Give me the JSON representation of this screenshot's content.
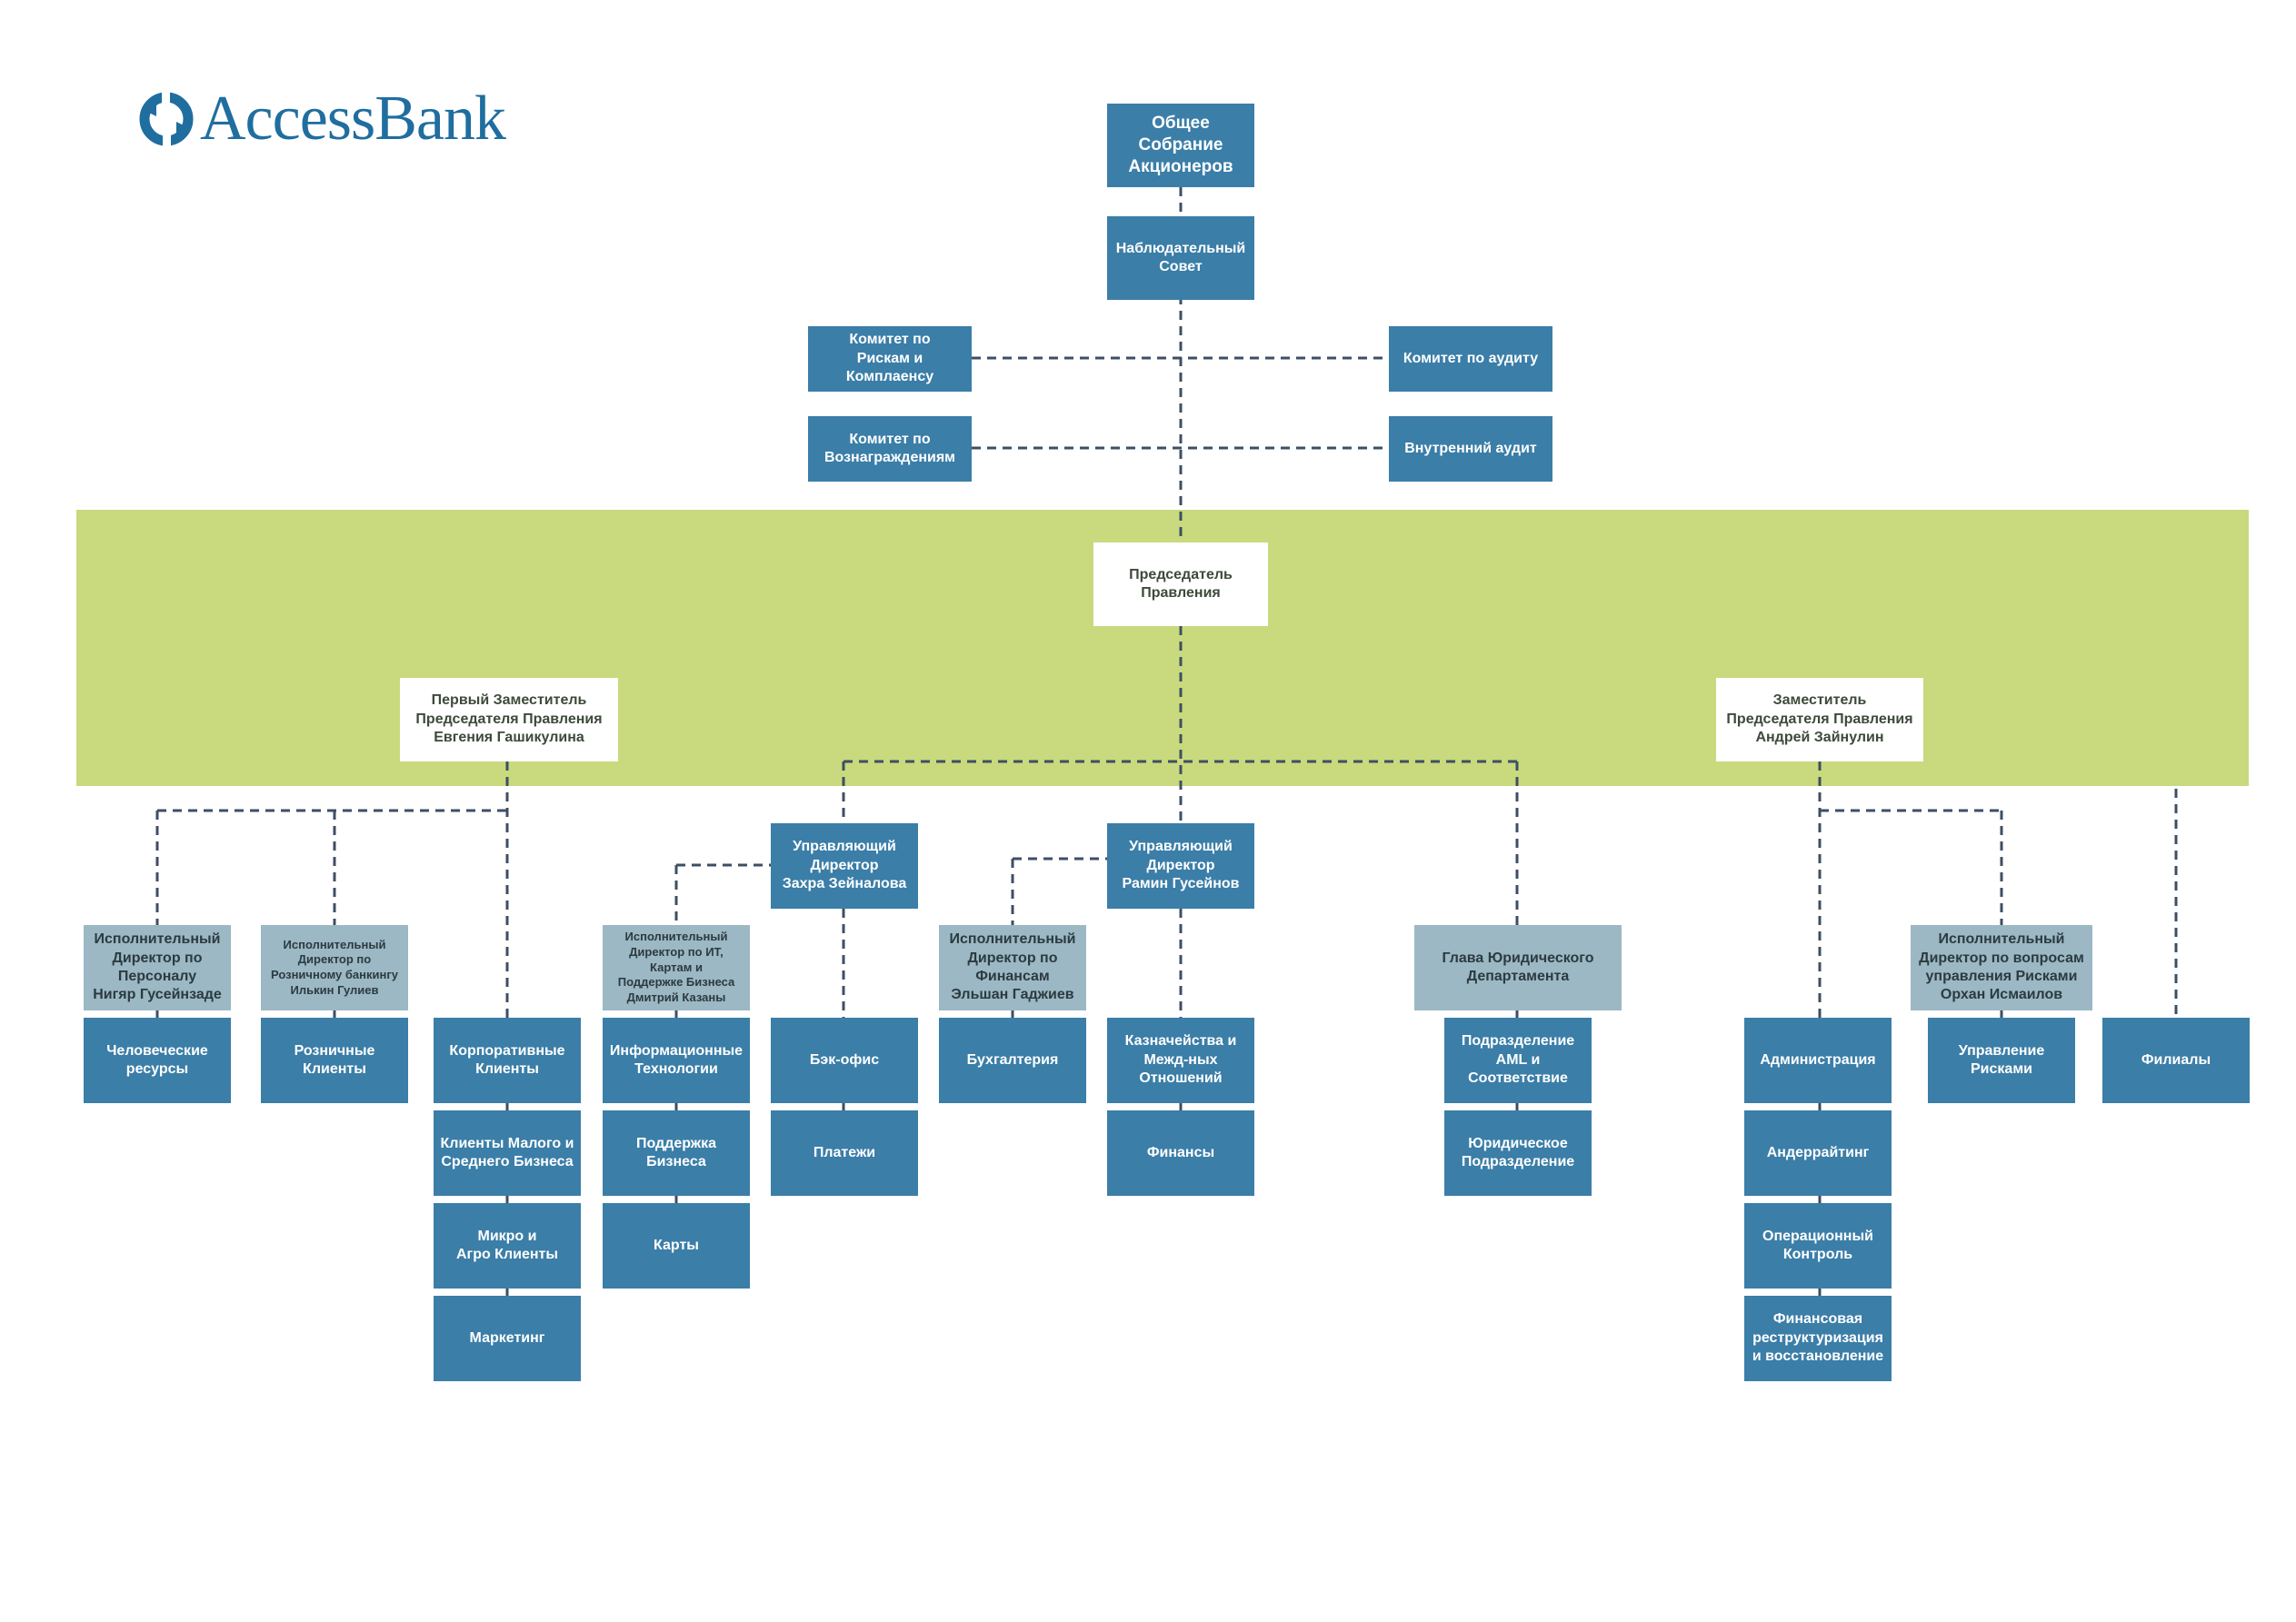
{
  "logo": {
    "text": "AccessBank",
    "color": "#1f6e9f"
  },
  "colors": {
    "box": "#3b7ea8",
    "box_secondary": "#9bb8c4",
    "band": "#c9d97e",
    "connector": "#3d4f63"
  },
  "nodes": {
    "shareholders": "Общее\nСобрание\nАкционеров",
    "supervisory_board": "Наблюдательный\nСовет",
    "risk_compliance_committee": "Комитет по\nРискам и Комплаенсу",
    "audit_committee": "Комитет по аудиту",
    "remuneration_committee": "Комитет по\nВознаграждениям",
    "internal_audit": "Внутренний аудит",
    "chairman": "Председатель\nПравления",
    "first_deputy": "Первый Заместитель\nПредседателя Правления\nЕвгения Гашикулина",
    "deputy": "Заместитель\nПредседателя Правления\nАндрей Зайнулин",
    "md_zahra": "Управляющий\nДиректор\nЗахра Зейналова",
    "md_ramin": "Управляющий\nДиректор\nРамин Гусейнов",
    "ed_personnel": "Исполнительный\nДиректор по\nПерсоналу\nНигяр Гусейнзаде",
    "ed_retail": "Исполнительный\nДиректор по\nРозничному банкингу\nИлькин Гулиев",
    "ed_it": "Исполнительный\nДиректор по ИТ,\nКартам и\nПоддержке Бизнеса\nДмитрий Казаны",
    "ed_finance": "Исполнительный\nДиректор по\nФинансам\nЭльшан Гаджиев",
    "head_legal": "Глава Юридического\nДепартамента",
    "ed_risk": "Исполнительный\nДиректор по вопросам\nуправления Рисками\nОрхан Исмаилов",
    "human_resources": "Человеческие\nресурсы",
    "retail_clients": "Розничные\nКлиенты",
    "corporate_clients": "Корпоративные\nКлиенты",
    "sme_clients": "Клиенты Малого и\nСреднего Бизнеса",
    "micro_agro": "Микро и\nАгро Клиенты",
    "marketing": "Маркетинг",
    "info_tech": "Информационные\nТехнологии",
    "business_support": "Поддержка\nБизнеса",
    "cards": "Карты",
    "back_office": "Бэк-офис",
    "payments": "Платежи",
    "accounting": "Бухгалтерия",
    "treasury": "Казначейства и\nМежд-ных\nОтношений",
    "finance": "Финансы",
    "aml": "Подразделение\nAML и\nСоответствие",
    "legal_unit": "Юридическое\nПодразделение",
    "administration": "Администрация",
    "underwriting": "Андеррайтинг",
    "operational_control": "Операционный\nКонтроль",
    "fin_restructuring": "Финансовая\nреструктуризация\nи восстановление",
    "risk_management": "Управление\nРисками",
    "branches": "Филиалы"
  }
}
